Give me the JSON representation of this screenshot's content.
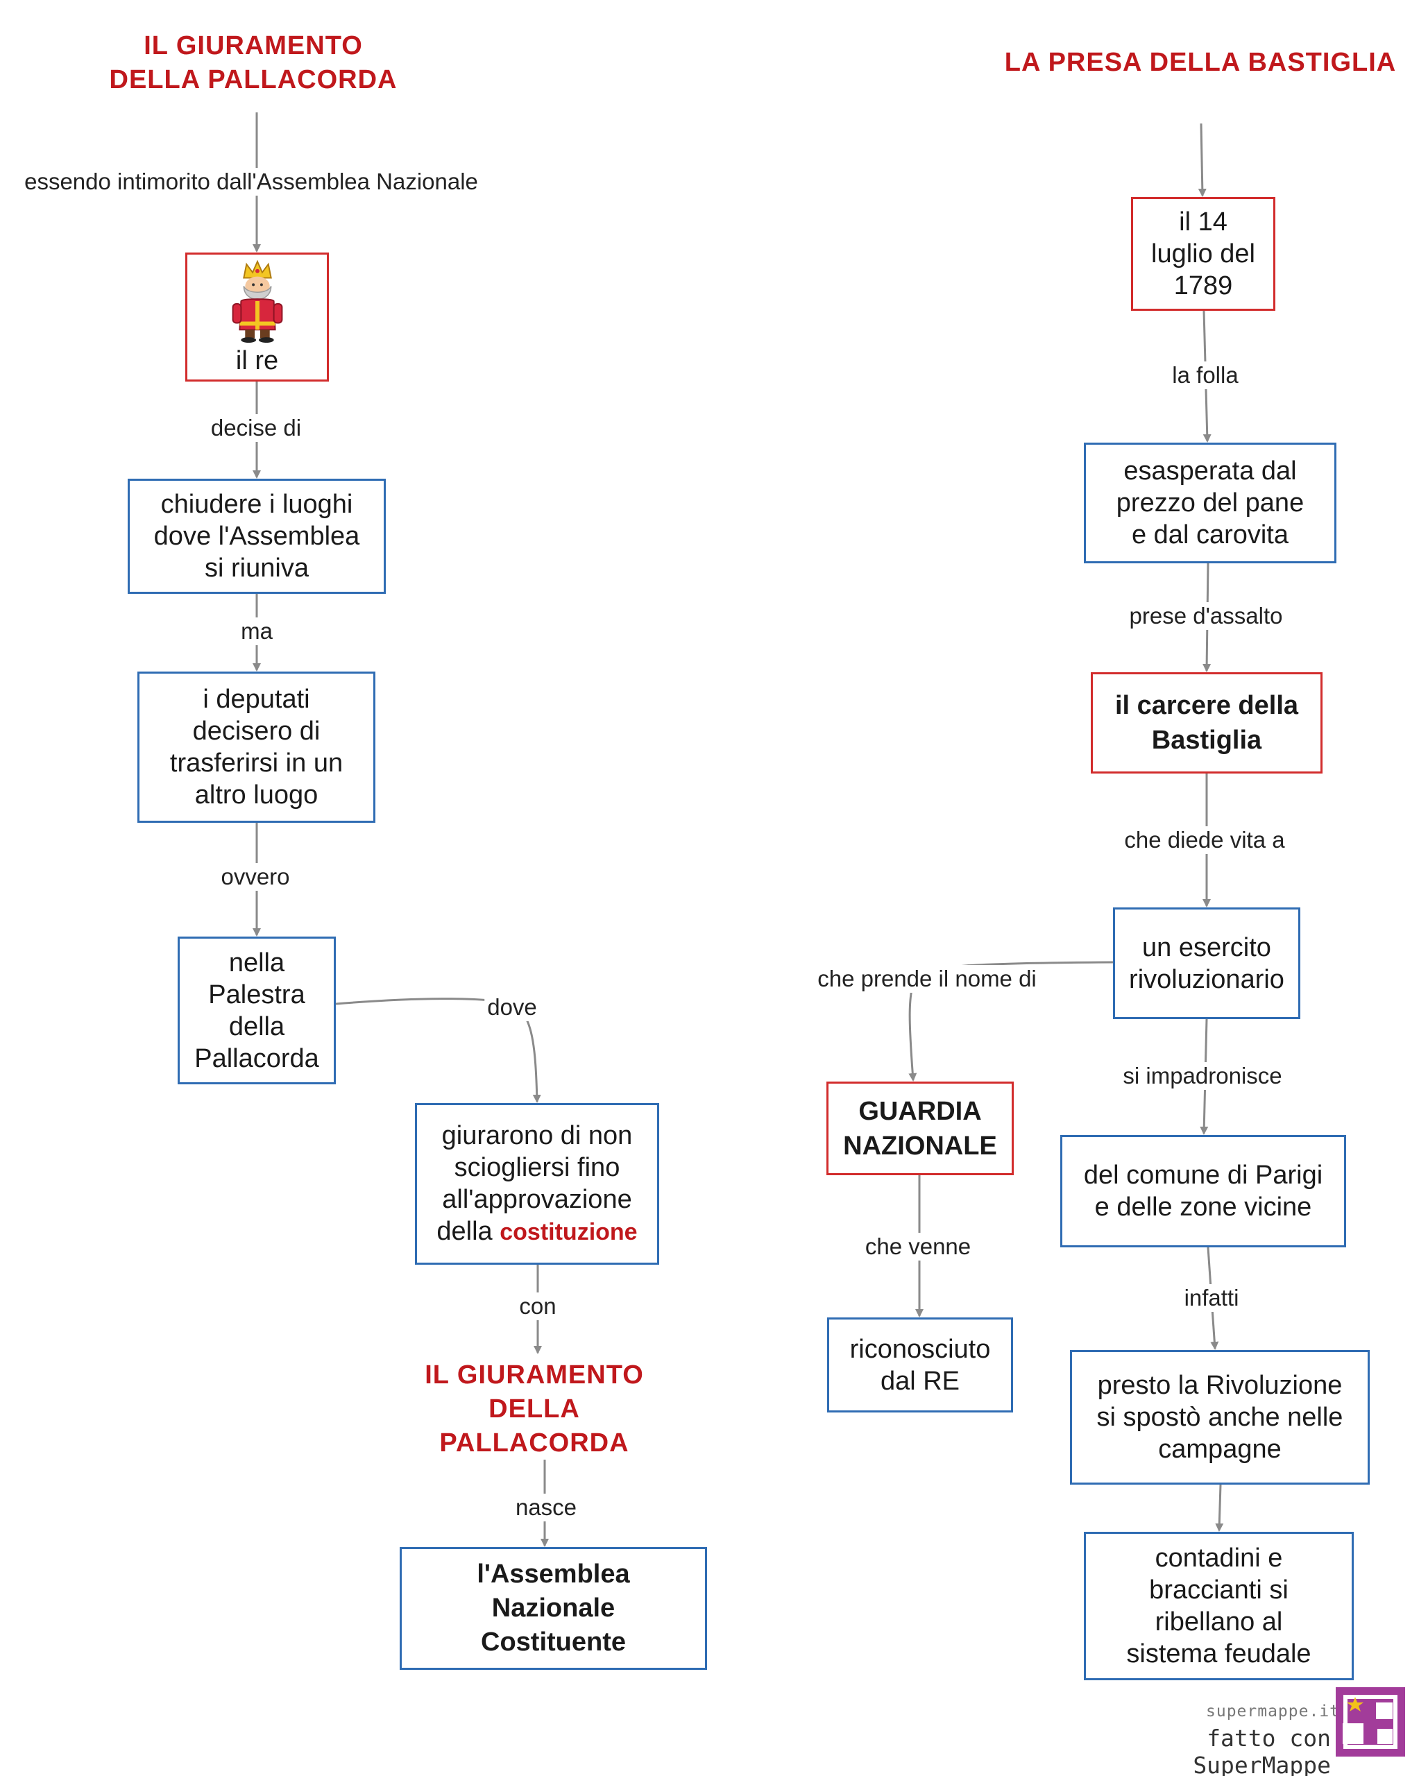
{
  "left_map": {
    "title": [
      "IL  GIURAMENTO",
      "DELLA  PALLACORDA"
    ],
    "nodes": {
      "re": "il re",
      "chiudere": [
        "chiudere i luoghi",
        "dove l'Assemblea",
        "si riuniva"
      ],
      "deputati": [
        "i deputati",
        "decisero di",
        "trasferirsi in un",
        "altro luogo"
      ],
      "palestra": [
        "nella",
        "Palestra",
        "della",
        "Pallacorda"
      ],
      "giurarono": [
        "giurarono di non",
        "sciogliersi fino",
        "all'approvazione"
      ],
      "giurarono_last_plain": "della ",
      "giurarono_keyword": "costituzione",
      "giuramento": [
        "IL  GIURAMENTO",
        "DELLA",
        "PALLACORDA"
      ],
      "assemblea": [
        "l'Assemblea",
        "Nazionale",
        "Costituente"
      ]
    },
    "links": {
      "essendo": "essendo intimorito dall'Assemblea Nazionale",
      "decise": "decise di",
      "ma": "ma",
      "ovvero": "ovvero",
      "dove": "dove",
      "con": "con",
      "nasce": "nasce"
    }
  },
  "right_map": {
    "title": "LA  PRESA  DELLA  BASTIGLIA",
    "nodes": {
      "data": [
        "il 14",
        "luglio del",
        "1789"
      ],
      "esasperata": [
        "esasperata dal",
        "prezzo del pane",
        "e dal carovita"
      ],
      "carcere": [
        "il carcere della",
        "Bastiglia"
      ],
      "esercito": [
        "un esercito",
        "rivoluzionario"
      ],
      "guardia": [
        "GUARDIA",
        "NAZIONALE"
      ],
      "riconosciuto": [
        "riconosciuto",
        "dal RE"
      ],
      "comune": [
        "del comune di Parigi",
        "e delle zone vicine"
      ],
      "campagne": [
        "presto la Rivoluzione",
        "si spostò anche nelle",
        "campagne"
      ],
      "contadini": [
        "contadini e",
        "braccianti si",
        "ribellano al",
        "sistema feudale"
      ]
    },
    "links": {
      "folla": "la folla",
      "assalto": "prese d'assalto",
      "vita": "che diede vita a",
      "nome": "che prende il nome di",
      "venne": "che venne",
      "impadronisce": "si impadronisce",
      "infatti": "infatti"
    }
  },
  "branding": {
    "site": "supermappe.it",
    "made_with": "fatto con SuperMappe"
  },
  "colors": {
    "title_red": "#c0181c",
    "box_blue": "#2f6cb3",
    "box_red": "#d22c2c",
    "connector": "#8a8a8a",
    "logo_purple": "#a23c9a",
    "logo_star": "#f2c21b"
  },
  "icons": {
    "king": "king-icon",
    "logo": "supermappe-logo-icon"
  }
}
